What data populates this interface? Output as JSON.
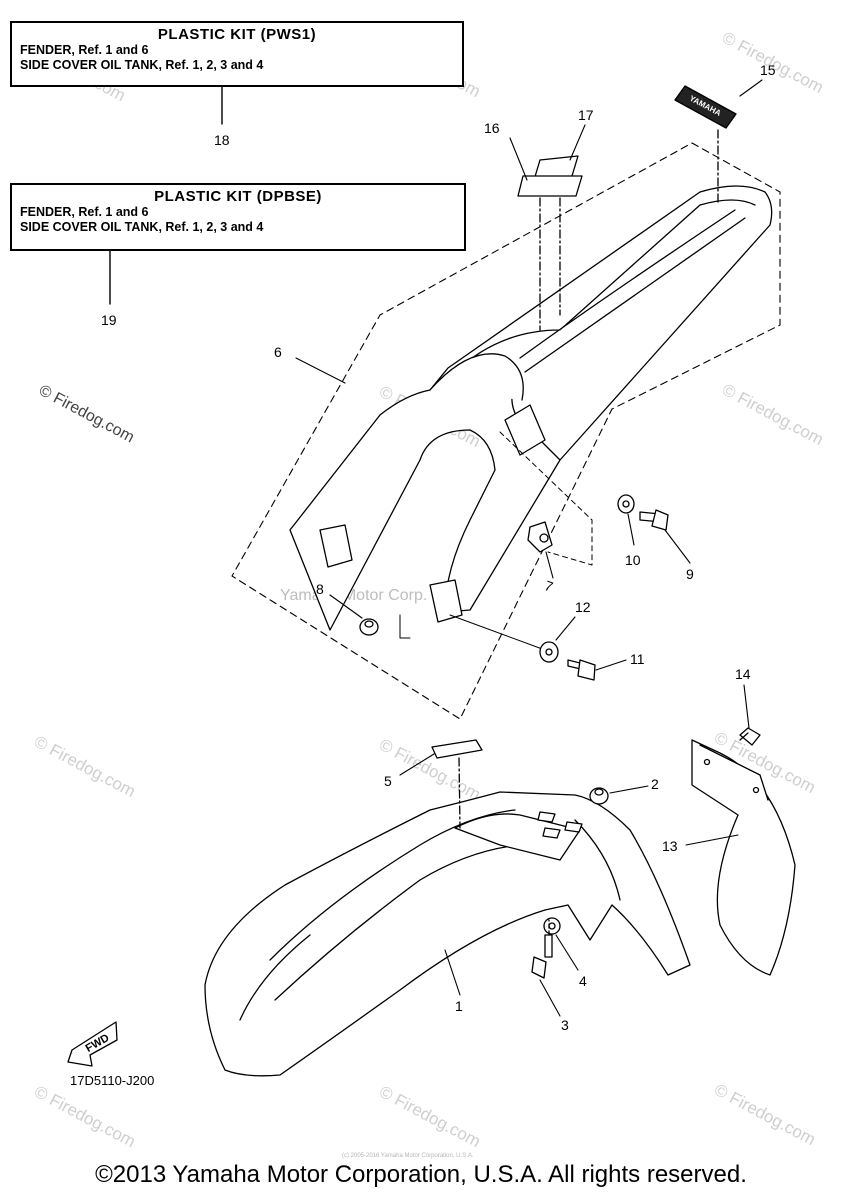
{
  "kits": [
    {
      "title": "PLASTIC KIT (PWS1)",
      "line1": "FENDER, Ref. 1 and 6",
      "line2": "SIDE COVER OIL TANK, Ref. 1, 2, 3 and 4",
      "ref": "18"
    },
    {
      "title": "PLASTIC KIT (DPBSE)",
      "line1": "FENDER, Ref. 1 and 6",
      "line2": "SIDE COVER OIL TANK, Ref. 1, 2, 3 and 4",
      "ref": "19"
    }
  ],
  "callouts": [
    "1",
    "2",
    "3",
    "4",
    "5",
    "6",
    "7",
    "8",
    "9",
    "10",
    "11",
    "12",
    "13",
    "14",
    "15",
    "16",
    "17"
  ],
  "decal_text": "YAMAHA",
  "fwd_label": "FWD",
  "diagram_code": "17D5110-J200",
  "watermarks": {
    "firedog": "© Firedog.com",
    "center": "Yamaha Motor Corp. U.S.A.",
    "tiny": "(c) 2005-2016 Yamaha Motor Corporation, U.S.A."
  },
  "footer": {
    "copyright": "©2013 Yamaha Motor Corporation, U.S.A. All rights reserved."
  }
}
